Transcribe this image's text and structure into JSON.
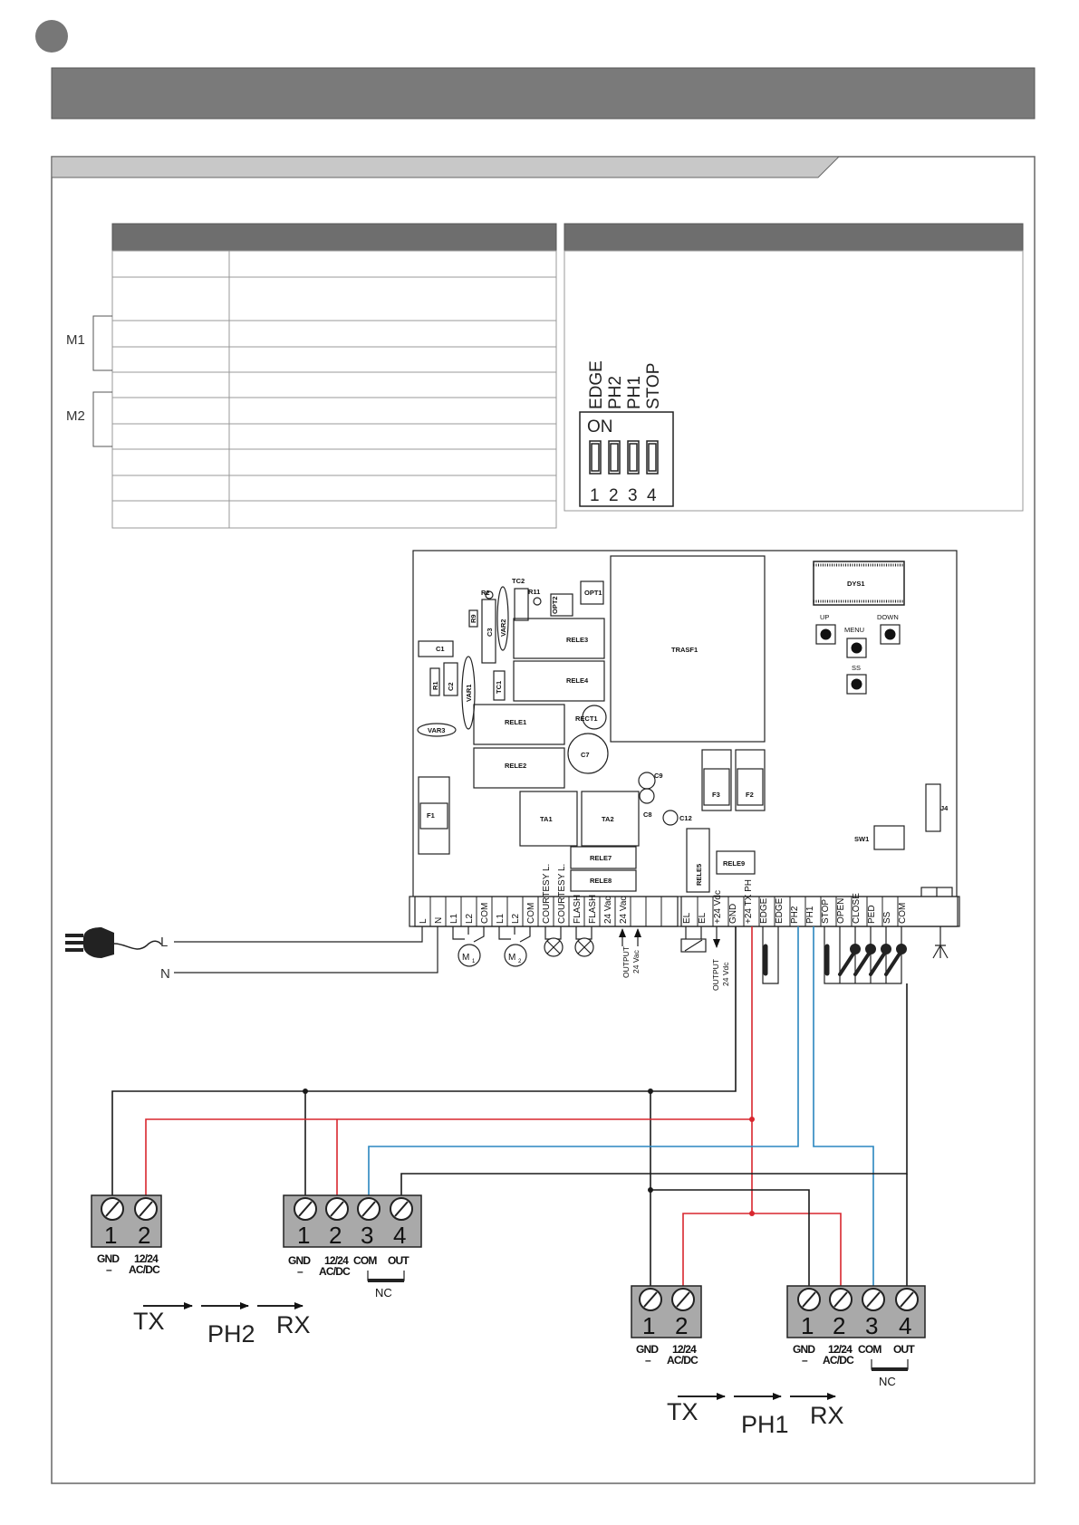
{
  "side_labels": {
    "m1": "M1",
    "m2": "M2"
  },
  "dip_switch": {
    "labels": [
      "EDGE",
      "PH2",
      "PH1",
      "STOP"
    ],
    "on": "ON",
    "numbers": [
      "1",
      "2",
      "3",
      "4"
    ]
  },
  "power": {
    "l": "L",
    "n": "N"
  },
  "board": {
    "components": {
      "c1": "C1",
      "c2": "C2",
      "c3": "C3",
      "c7": "C7",
      "c8": "C8",
      "c9": "C9",
      "c12": "C12",
      "r1": "R1",
      "r2": "R2",
      "r9": "R9",
      "r11": "R11",
      "tc1": "TC1",
      "tc2": "TC2",
      "var1": "VAR1",
      "var2": "VAR2",
      "var3": "VAR3",
      "opt1": "OPT1",
      "opt2": "OPT2",
      "rele1": "RELE1",
      "rele2": "RELE2",
      "rele3": "RELE3",
      "rele4": "RELE4",
      "rele5": "RELE5",
      "rele7": "RELE7",
      "rele8": "RELE8",
      "rele9": "RELE9",
      "rect1": "RECT1",
      "trasf1": "TRASF1",
      "ta1": "TA1",
      "ta2": "TA2",
      "f1": "F1",
      "f2": "F2",
      "f3": "F3",
      "j4": "J4",
      "sw1": "SW1",
      "dys1": "DYS1"
    },
    "buttons": {
      "up": "UP",
      "menu": "MENU",
      "down": "DOWN",
      "ss": "SS"
    },
    "terminals": [
      "L",
      "N",
      "L1",
      "L2",
      "COM",
      "L1",
      "L2",
      "COM",
      "COURTESY L.",
      "COURTESY L.",
      "FLASH",
      "FLASH",
      "24 Vac",
      "24 Vac",
      "EL",
      "EL",
      "+24 Vdc",
      "GND",
      "+24 TX PH",
      "EDGE",
      "EDGE",
      "PH2",
      "PH1",
      "STOP",
      "OPEN",
      "CLOSE",
      "PED",
      "SS",
      "COM"
    ],
    "motors": {
      "m1": "M",
      "m1_sub": "1",
      "m2": "M",
      "m2_sub": "2"
    },
    "output_vac": {
      "line1": "OUTPUT",
      "line2": "24 Vac"
    },
    "output_vdc": {
      "line1": "OUTPUT",
      "line2": "24 Vdc"
    }
  },
  "photocells": {
    "ph2_tx": {
      "numbers": [
        "1",
        "2"
      ],
      "labels": [
        "GND",
        "–",
        "12/24",
        "AC/DC"
      ]
    },
    "ph2_rx": {
      "numbers": [
        "1",
        "2",
        "3",
        "4"
      ],
      "labels": [
        "GND",
        "–",
        "12/24",
        "AC/DC",
        "COM",
        "OUT"
      ],
      "nc": "NC"
    },
    "ph1_tx": {
      "numbers": [
        "1",
        "2"
      ],
      "labels": [
        "GND",
        "–",
        "12/24",
        "AC/DC"
      ]
    },
    "ph1_rx": {
      "numbers": [
        "1",
        "2",
        "3",
        "4"
      ],
      "labels": [
        "GND",
        "–",
        "12/24",
        "AC/DC",
        "COM",
        "OUT"
      ],
      "nc": "NC"
    }
  },
  "flows": {
    "ph2": {
      "tx": "TX",
      "name": "PH2",
      "rx": "RX"
    },
    "ph1": {
      "tx": "TX",
      "name": "PH1",
      "rx": "RX"
    }
  },
  "colors": {
    "header": "#7a7a7a",
    "red_wire": "#d8262e",
    "blue_wire": "#2a86c0",
    "black_wire": "#1a1a1a",
    "terminal_grey": "#a9a9a9"
  }
}
